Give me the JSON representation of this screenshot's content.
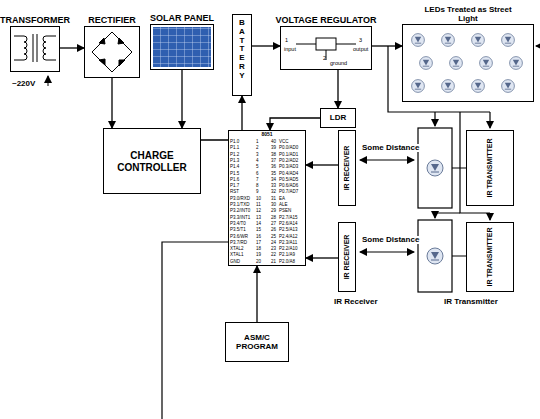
{
  "diagram": {
    "nodes": [
      {
        "text": [
          "TRANSFORMER"
        ]
      },
      {
        "text": [
          "RECTIFIER"
        ]
      },
      {
        "text": [
          "SOLAR PANEL"
        ]
      },
      {
        "text": [
          "BATTERY"
        ]
      },
      {
        "text": [
          "VOLTAGE REGULATOR"
        ]
      },
      {
        "text": [
          "LEDs Treated as Street Light"
        ]
      },
      {
        "text": [
          "CHARGE CONTROLLER"
        ]
      },
      {
        "text": [
          "LDR"
        ]
      },
      {
        "text": [
          "8051"
        ]
      },
      {
        "text": [
          "IR RECEIVER"
        ]
      },
      {
        "text": [
          "IR TRANSMITTER"
        ]
      },
      {
        "text": [
          "IR RECEIVER"
        ]
      },
      {
        "text": [
          "IR TRANSMITTER"
        ]
      },
      {
        "text": [
          "ASM/C PROGRAM"
        ]
      }
    ],
    "edges": [
      {
        "from": 0,
        "to": 1,
        "arrow": "to"
      },
      {
        "from": 1,
        "to": 6,
        "arrow": "to"
      },
      {
        "from": 2,
        "to": 6,
        "arrow": "to"
      },
      {
        "from": 6,
        "to": 3,
        "arrow": "to"
      },
      {
        "from": 3,
        "to": 4,
        "arrow": "to"
      },
      {
        "from": 4,
        "to": 5,
        "arrow": "to"
      },
      {
        "from": 4,
        "to": 7,
        "arrow": "to"
      },
      {
        "from": 7,
        "to": 8,
        "arrow": "to"
      },
      {
        "from": 9,
        "to": 8,
        "arrow": "to"
      },
      {
        "from": 11,
        "to": 8,
        "arrow": "to"
      },
      {
        "from": 13,
        "to": 8,
        "arrow": "to"
      }
    ],
    "labels": [
      "~220V",
      "1",
      "input",
      "2",
      "ground",
      "3",
      "output",
      "Some Distance",
      "Some Distance",
      "IR Receiver",
      "IR Transmitter",
      "P1.0",
      "P1.1",
      "P1.2",
      "P1.3",
      "P1.4",
      "P1.5",
      "P1.6",
      "P1.7",
      "RST",
      "P3.0/RXD",
      "P3.1/TXD",
      "P3.2/INT0",
      "P3.3/INT1",
      "P3.4/T0",
      "P3.5/T1",
      "P3.6/WR",
      "P3.7/RD",
      "XTAL2",
      "XTAL1",
      "GND",
      "P2.0/A8",
      "P2.1/A9",
      "P2.2/A10",
      "P2.3/A11",
      "P2.4/A12",
      "P2.5/A13",
      "P2.6/A14",
      "P2.7/A15",
      "PSEN",
      "ALE",
      "EA",
      "P0.7/AD7",
      "P0.6/AD6",
      "P0.5/AD5",
      "P0.4/AD4",
      "P0.3/AD3",
      "P0.2/AD2",
      "P0.1/AD1",
      "P0.0/AD0",
      "VCC",
      "1",
      "2",
      "3",
      "4",
      "5",
      "6",
      "7",
      "8",
      "9",
      "10",
      "11",
      "12",
      "13",
      "14",
      "15",
      "16",
      "17",
      "18",
      "19",
      "20",
      "21",
      "22",
      "23",
      "24",
      "25",
      "26",
      "27",
      "28",
      "29",
      "30",
      "31",
      "32",
      "33",
      "34",
      "35",
      "36",
      "37",
      "38",
      "39",
      "40"
    ]
  }
}
